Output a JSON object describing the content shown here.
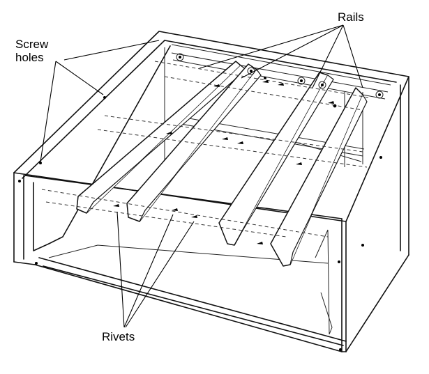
{
  "labels": {
    "screw_holes_line1": "Screw",
    "screw_holes_line2": "holes",
    "rails": "Rails",
    "rivets": "Rivets"
  },
  "colors": {
    "line": "#111111",
    "background": "#ffffff"
  }
}
